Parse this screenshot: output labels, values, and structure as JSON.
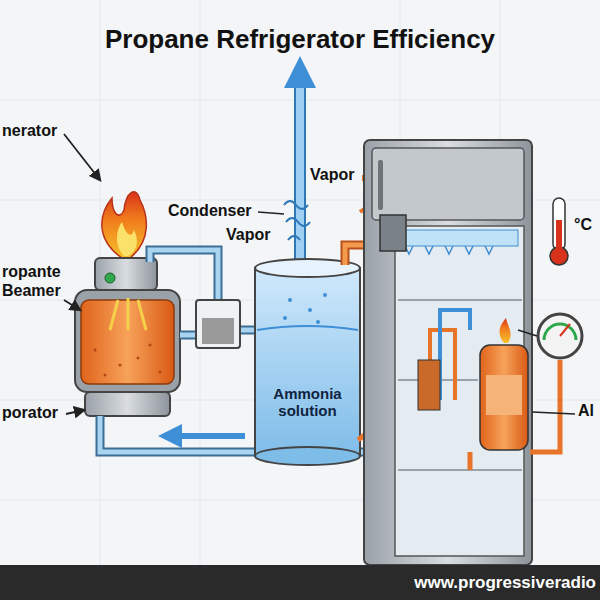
{
  "diagram": {
    "title": "Propane Refrigerator Efficiency",
    "nodes": [
      {
        "text": [
          "Ammonia solution"
        ]
      }
    ],
    "labels": [
      "nerator",
      "Condenser",
      "Vapor",
      "Vapor",
      "ropante Beamer",
      "porator",
      "°C",
      "Al",
      "www.progressiveradio"
    ]
  }
}
